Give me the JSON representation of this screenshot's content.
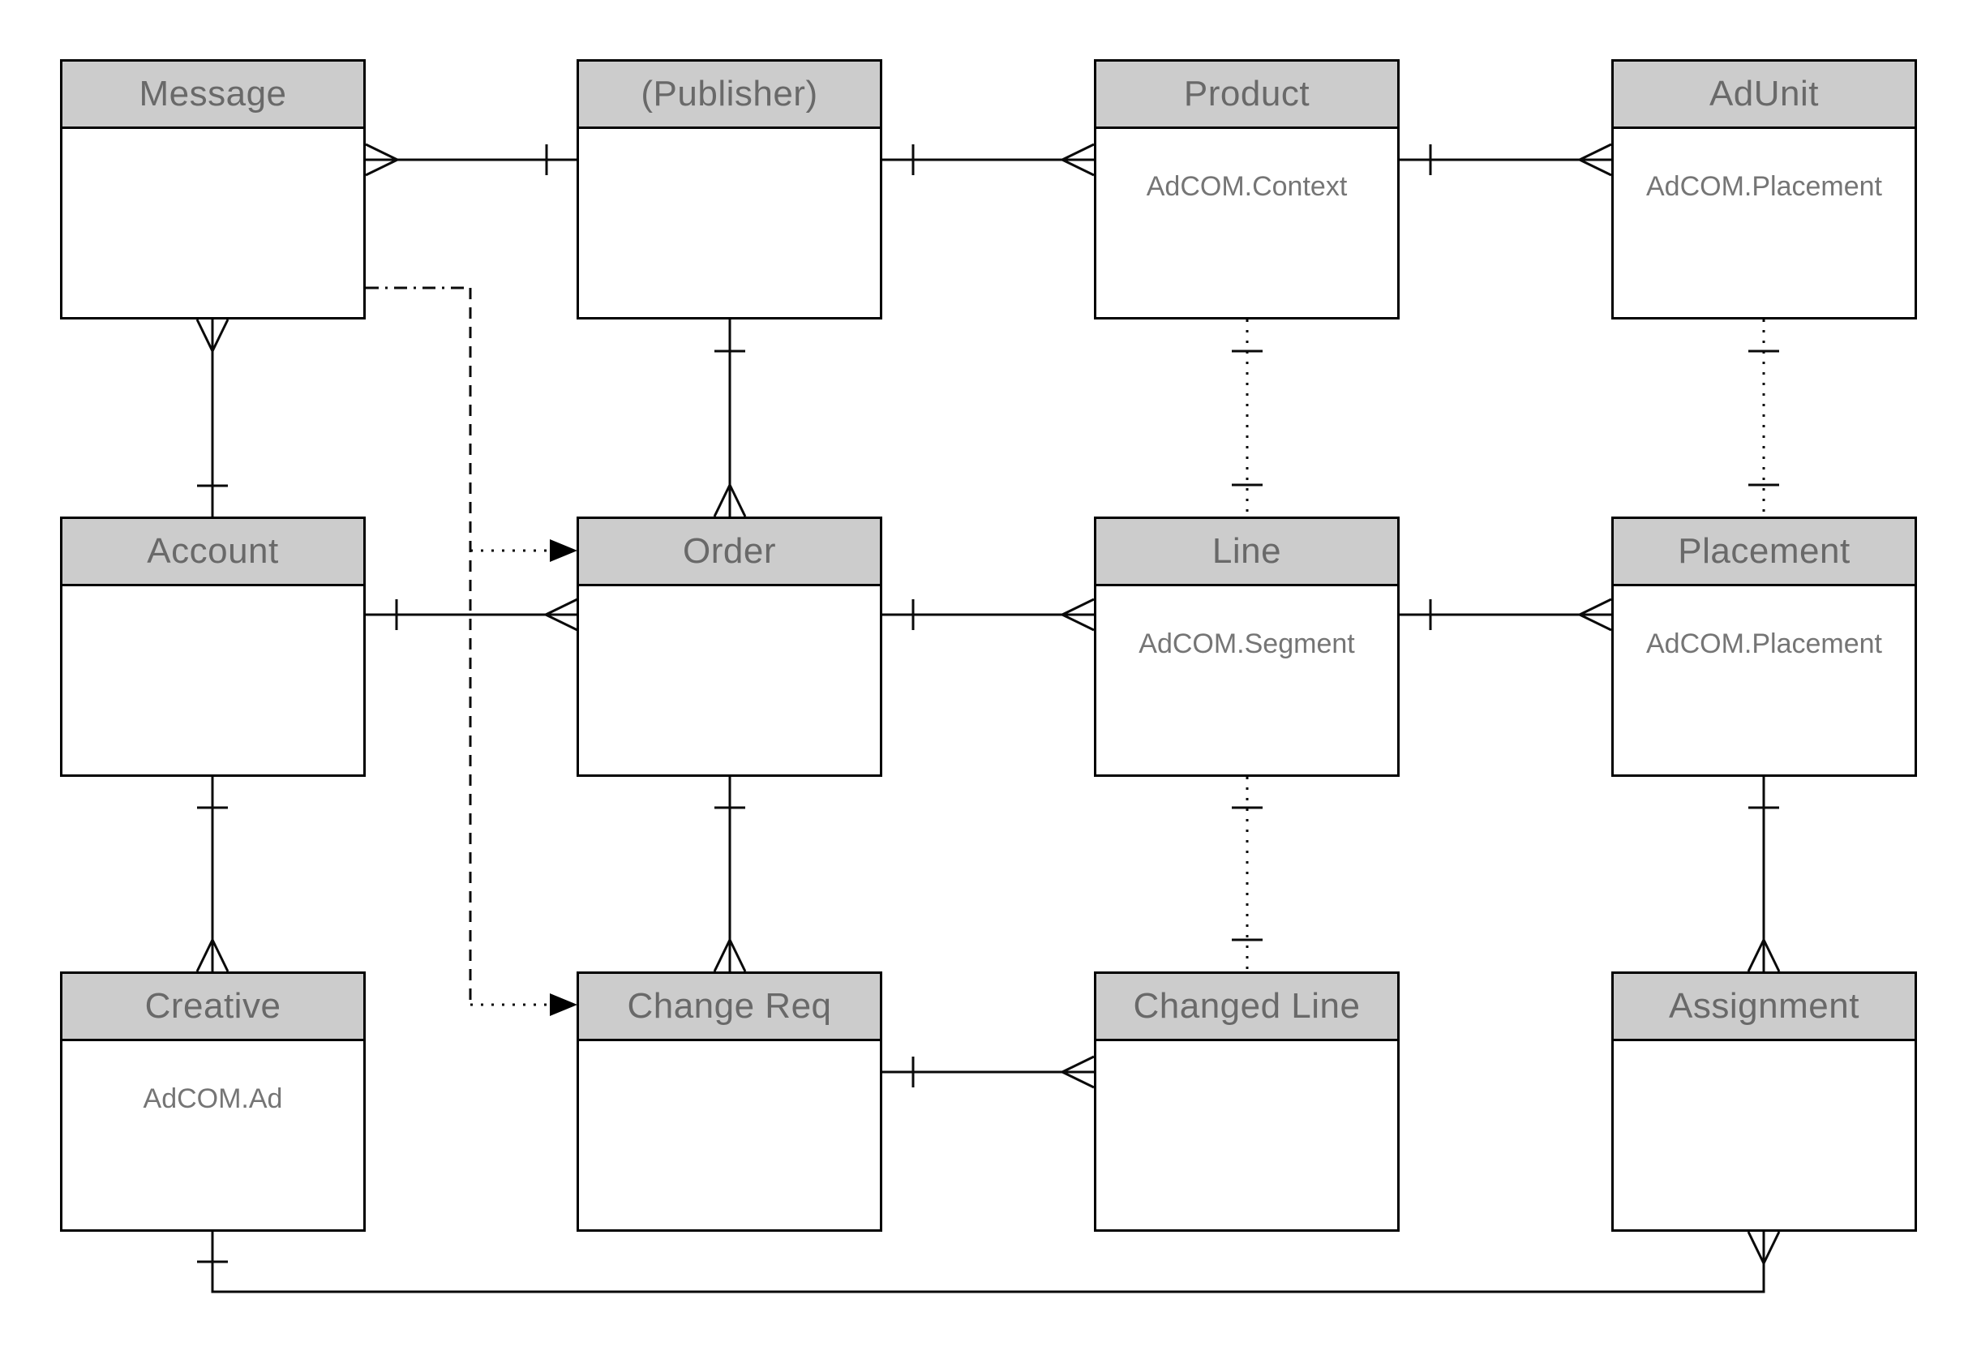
{
  "diagram": {
    "kind": "entity-relationship-diagram",
    "notation": "crows-foot"
  },
  "colors": {
    "background": "#ffffff",
    "entity_header_fill": "#cccccc",
    "entity_header_text": "#696969",
    "entity_subtitle_text": "#757575",
    "entity_border": "#000000",
    "connector_line": "#0a0a0a",
    "arrowhead_fill": "#000000"
  },
  "entities": [
    {
      "id": "message",
      "name": "Message",
      "subtitle": ""
    },
    {
      "id": "publisher",
      "name": "(Publisher)",
      "subtitle": ""
    },
    {
      "id": "product",
      "name": "Product",
      "subtitle": "AdCOM.Context"
    },
    {
      "id": "adunit",
      "name": "AdUnit",
      "subtitle": "AdCOM.Placement"
    },
    {
      "id": "account",
      "name": "Account",
      "subtitle": ""
    },
    {
      "id": "order",
      "name": "Order",
      "subtitle": ""
    },
    {
      "id": "line",
      "name": "Line",
      "subtitle": "AdCOM.Segment"
    },
    {
      "id": "placement",
      "name": "Placement",
      "subtitle": "AdCOM.Placement"
    },
    {
      "id": "creative",
      "name": "Creative",
      "subtitle": "AdCOM.Ad"
    },
    {
      "id": "change-req",
      "name": "Change Req",
      "subtitle": ""
    },
    {
      "id": "changed-line",
      "name": "Changed Line",
      "subtitle": ""
    },
    {
      "id": "assignment",
      "name": "Assignment",
      "subtitle": ""
    }
  ],
  "relationships": [
    {
      "from": "message",
      "to": "publisher",
      "from_end": "many-crowsfoot",
      "to_end": "one-tick",
      "style": "solid"
    },
    {
      "from": "publisher",
      "to": "product",
      "from_end": "one-tick",
      "to_end": "many-crowsfoot",
      "style": "solid"
    },
    {
      "from": "product",
      "to": "adunit",
      "from_end": "one-tick",
      "to_end": "many-crowsfoot",
      "style": "solid"
    },
    {
      "from": "message",
      "to": "account",
      "from_end": "many-crowsfoot",
      "to_end": "one-tick",
      "style": "solid"
    },
    {
      "from": "publisher",
      "to": "order",
      "from_end": "one-tick",
      "to_end": "many-crowsfoot",
      "style": "solid"
    },
    {
      "from": "product",
      "to": "line",
      "from_end": "one-tick",
      "to_end": "one-tick",
      "style": "dotted"
    },
    {
      "from": "adunit",
      "to": "placement",
      "from_end": "one-tick",
      "to_end": "one-tick",
      "style": "dotted"
    },
    {
      "from": "account",
      "to": "order",
      "from_end": "one-tick",
      "to_end": "many-crowsfoot",
      "style": "solid"
    },
    {
      "from": "order",
      "to": "line",
      "from_end": "one-tick",
      "to_end": "many-crowsfoot",
      "style": "solid"
    },
    {
      "from": "line",
      "to": "placement",
      "from_end": "one-tick",
      "to_end": "many-crowsfoot",
      "style": "solid"
    },
    {
      "from": "account",
      "to": "creative",
      "from_end": "one-tick",
      "to_end": "many-crowsfoot",
      "style": "solid"
    },
    {
      "from": "order",
      "to": "change-req",
      "from_end": "one-tick",
      "to_end": "many-crowsfoot",
      "style": "solid"
    },
    {
      "from": "line",
      "to": "changed-line",
      "from_end": "one-tick",
      "to_end": "one-tick",
      "style": "dotted"
    },
    {
      "from": "placement",
      "to": "assignment",
      "from_end": "one-tick",
      "to_end": "many-crowsfoot",
      "style": "solid"
    },
    {
      "from": "change-req",
      "to": "changed-line",
      "from_end": "one-tick",
      "to_end": "many-crowsfoot",
      "style": "solid"
    },
    {
      "from": "creative",
      "to": "assignment",
      "from_end": "one-tick",
      "to_end": "many-crowsfoot",
      "style": "solid",
      "route": "bottom-bus"
    },
    {
      "from": "message",
      "to": "order",
      "from_end": "none",
      "to_end": "solid-arrow",
      "style": "dashed-reference"
    },
    {
      "from": "message",
      "to": "change-req",
      "from_end": "none",
      "to_end": "solid-arrow",
      "style": "dashed-reference"
    }
  ]
}
